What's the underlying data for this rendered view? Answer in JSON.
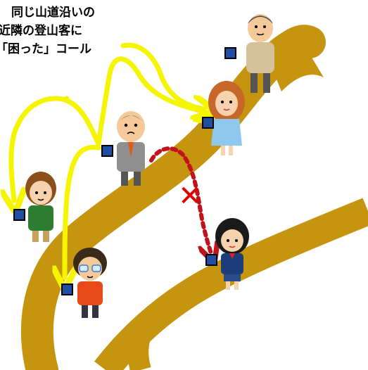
{
  "caption": {
    "lines": [
      "同じ山道沿いの",
      "近隣の登山客に",
      "「困った」コール"
    ]
  },
  "figures": [
    {
      "id": "old-man",
      "role": "hiker"
    },
    {
      "id": "woman-orange-hair",
      "role": "hiker"
    },
    {
      "id": "businessman",
      "role": "caller"
    },
    {
      "id": "boy-green",
      "role": "hiker"
    },
    {
      "id": "man-glasses",
      "role": "hiker"
    },
    {
      "id": "girl-school-uniform",
      "role": "hiker on other path"
    }
  ],
  "links": {
    "reachable_color": "#f5f500",
    "blocked_color": "#c0131b",
    "blocked_mark": "✕"
  },
  "colors": {
    "trail": "#c69510",
    "device_fill": "#1e4fa3",
    "device_border": "#000000"
  }
}
